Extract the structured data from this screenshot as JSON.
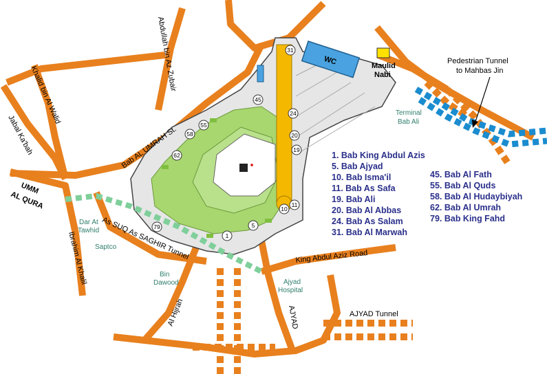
{
  "roads": {
    "abdullah": "Abdullah bin Az Zubair",
    "khalid": "Khalid bin Al Walid",
    "jabal": "Jabal Ka'bah",
    "umm_al_qura_1": "UMM",
    "umm_al_qura_2": "AL QURA",
    "bab_al_umrah": "Bab AL UMRAH St.",
    "ibrahim": "Ibrahim Al Khalil",
    "suq": "As SUQ As SAGHIR Tunnel",
    "al_hijrah": "Al Hijrah",
    "king_abdul_aziz_road": "King Abdul Aziz Road",
    "ajyad": "AJYAD",
    "ajyad_tunnel": "AJYAD Tunnel"
  },
  "places": {
    "wc": "WC",
    "maulid_1": "Maulid",
    "maulid_2": "Nabi",
    "terminal_1": "Terminal",
    "terminal_2": "Bab Ali",
    "pedestrian_1": "Pedestrian Tunnel",
    "pedestrian_2": "to Mahbas Jin",
    "dar_1": "Dar At",
    "dar_2": "Tawhid",
    "saptco": "Saptco",
    "bin_1": "Bin",
    "bin_2": "Dawood",
    "ajyad_h_1": "Ajyad",
    "ajyad_h_2": "Hospital"
  },
  "gates_on_map": [
    "31",
    "45",
    "24",
    "55",
    "58",
    "20",
    "19",
    "62",
    "10",
    "11",
    "79",
    "5",
    "1"
  ],
  "legend_left": [
    "1. Bab King Abdul Azis",
    "5. Bab Ajyad",
    "10. Bab Isma'il",
    "11. Bab As Safa",
    "19. Bab Ali",
    "20. Bab Al Abbas",
    "24. Bab As Salam",
    "31. Bab Al Marwah"
  ],
  "legend_right": [
    "45. Bab Al Fath",
    "55. Bab Al Quds",
    "58. Bab Al Hudaybiyah",
    "62. Bab Al Umrah",
    "79. Bab King Fahd"
  ],
  "colors": {
    "road": "#e8801e",
    "mosque_floor": "#e6e6e6",
    "courtyard_green": "#a8d66f",
    "masaa_yellow": "#f5b800",
    "wc_blue": "#4aa3e0",
    "legend_text": "#2a2f8a",
    "teal_label": "#2e7d6b"
  }
}
